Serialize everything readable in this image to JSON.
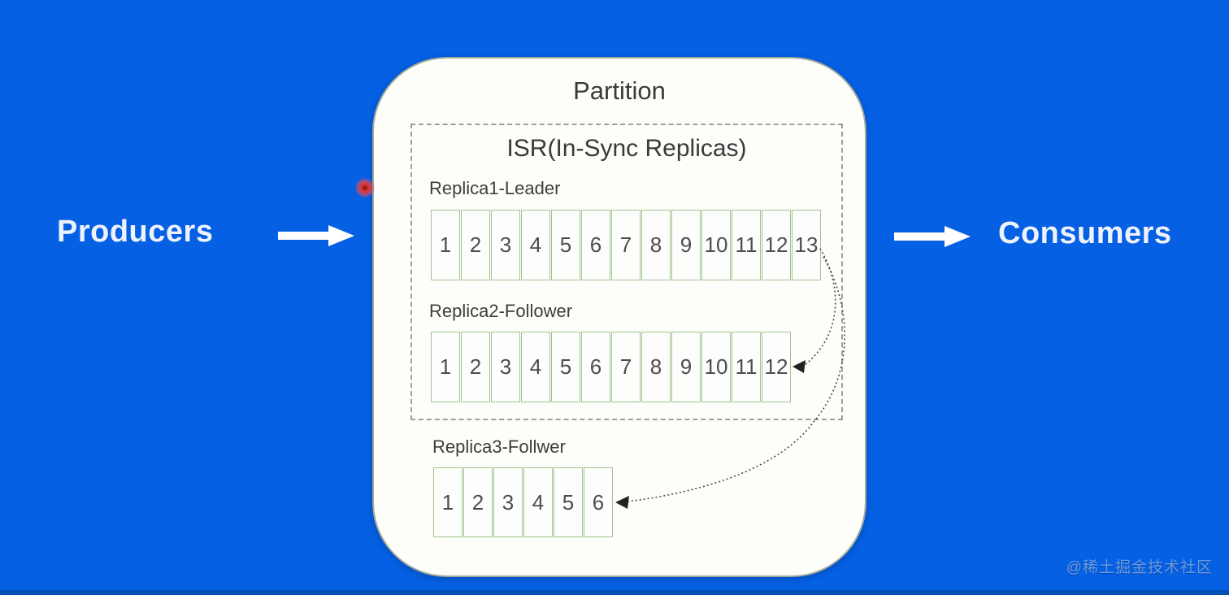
{
  "labels": {
    "producers": "Producers",
    "consumers": "Consumers"
  },
  "partition": {
    "title": "Partition",
    "isr_title": "ISR(In-Sync Replicas)"
  },
  "replicas": [
    {
      "label": "Replica1-Leader",
      "role": "leader",
      "in_isr": true,
      "cells": [
        "1",
        "2",
        "3",
        "4",
        "5",
        "6",
        "7",
        "8",
        "9",
        "10",
        "11",
        "12",
        "13"
      ]
    },
    {
      "label": "Replica2-Follower",
      "role": "follower",
      "in_isr": true,
      "cells": [
        "1",
        "2",
        "3",
        "4",
        "5",
        "6",
        "7",
        "8",
        "9",
        "10",
        "11",
        "12"
      ]
    },
    {
      "label": "Replica3-Follwer",
      "role": "follower",
      "in_isr": false,
      "cells": [
        "1",
        "2",
        "3",
        "4",
        "5",
        "6"
      ]
    }
  ],
  "watermark": {
    "text": "@稀土掘金技术社区"
  },
  "colors": {
    "background": "#0560e3",
    "bottom_strip": "#0350b5",
    "panel_fill": "#fdfdfa",
    "cell_border": "#a2c292",
    "dashed_border": "#95a68c",
    "block_arrow": "#ffffff",
    "dotted_arrow": "#4a4a4a",
    "text_dark": "#3a3a3a",
    "side_label_text": "#edf2fd",
    "laser_dot": "#e03a33"
  }
}
